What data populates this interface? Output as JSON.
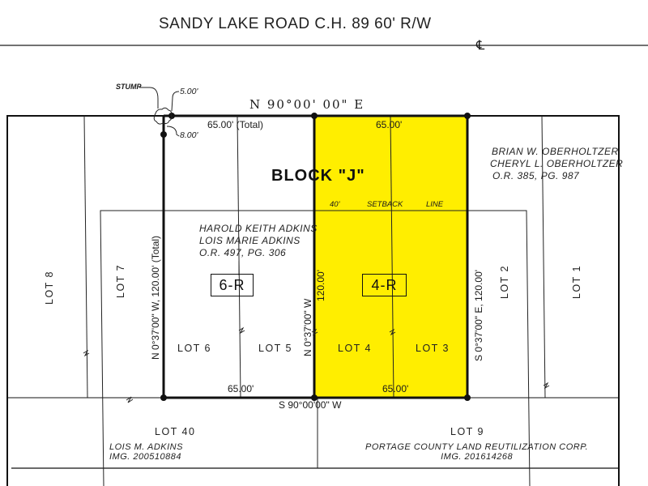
{
  "road": {
    "title": "SANDY LAKE ROAD C.H. 89  60' R/W",
    "centerline_symbol": "℄"
  },
  "block": {
    "label": "BLOCK \"J\""
  },
  "bearings": {
    "north_line": "N 90°00' 00\" E",
    "south_line": "S 90°00'00\" W",
    "west_line": "N 0°37'00\" W, 120.00' (Total)",
    "middle_line_bearing": "N 0°37'00\" W",
    "middle_line_distance": "120.00'",
    "east_line": "S 0°37'00\" E, 120.00'"
  },
  "dimensions": {
    "top_6r": "65.00' (Total)",
    "top_4r": "65.00'",
    "bottom_6r": "65.00'",
    "bottom_4r": "65.00'",
    "stump_offset_east": "5.00'",
    "stump_offset_south": "8.00'"
  },
  "stump_label": "STUMP",
  "setback": {
    "distance": "40'",
    "word1": "SETBACK",
    "word2": "LINE"
  },
  "parcels": [
    {
      "id": "6-R",
      "owners": [
        "HAROLD KEITH ADKINS",
        "LOIS MARIE ADKINS"
      ],
      "record": "O.R. 497, PG. 306",
      "highlight": false
    },
    {
      "id": "4-R",
      "highlight": true,
      "highlight_color": "#ffee00"
    }
  ],
  "neighbors": {
    "east": {
      "owners": [
        "BRIAN W. OBERHOLTZER",
        "CHERYL L. OBERHOLTZER"
      ],
      "record": "O.R. 385, PG. 987"
    },
    "south_west": {
      "lot": "LOT 40",
      "owner": "LOIS M. ADKINS",
      "record": "IMG. 200510884"
    },
    "south_east": {
      "lot": "LOT 9",
      "owner": "PORTAGE COUNTY LAND REUTILIZATION CORP.",
      "record": "IMG. 201614268"
    }
  },
  "lots": {
    "lot1": "LOT 1",
    "lot2": "LOT 2",
    "lot3": "LOT 3",
    "lot4": "LOT 4",
    "lot5": "LOT 5",
    "lot6": "LOT 6",
    "lot7": "LOT 7",
    "lot8": "LOT 8"
  },
  "colors": {
    "highlight": "#ffee00",
    "line": "#111111"
  }
}
